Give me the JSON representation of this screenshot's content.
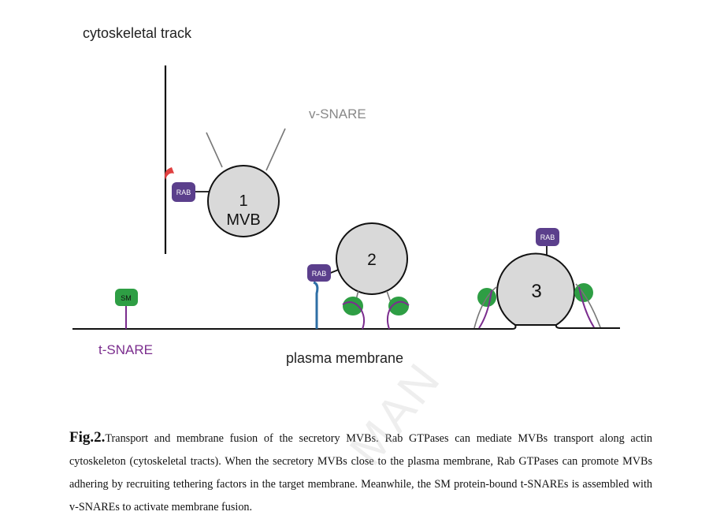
{
  "labels": {
    "cytoskeletal_track": "cytoskeletal track",
    "v_snare": "v-SNARE",
    "t_snare": "t-SNARE",
    "plasma_membrane": "plasma membrane",
    "sm": "SM",
    "rab": "RAB",
    "mvb1_number": "1",
    "mvb1_name": "MVB",
    "mvb2_number": "2",
    "mvb3_number": "3"
  },
  "caption": {
    "fig_label": "Fig.2.",
    "text": "Transport and membrane fusion of the secretory MVBs. Rab GTPases can mediate MVBs transport along actin cytoskeleton (cytoskeletal tracts). When the secretory MVBs close to the plasma membrane, Rab GTPases can promote MVBs adhering by recruiting tethering factors in the target membrane. Meanwhile, the SM protein-bound t-SNAREs is assembled with v-SNAREs to activate membrane fusion."
  },
  "watermark": "MAN",
  "colors": {
    "vesicle_fill": "#d9d9d9",
    "rab": "#5b3f8c",
    "sm": "#2e9e44",
    "t_snare": "#7b2d8e",
    "v_snare_label": "#888888",
    "motor": "#e04040",
    "tether": "#2f6fa6"
  }
}
